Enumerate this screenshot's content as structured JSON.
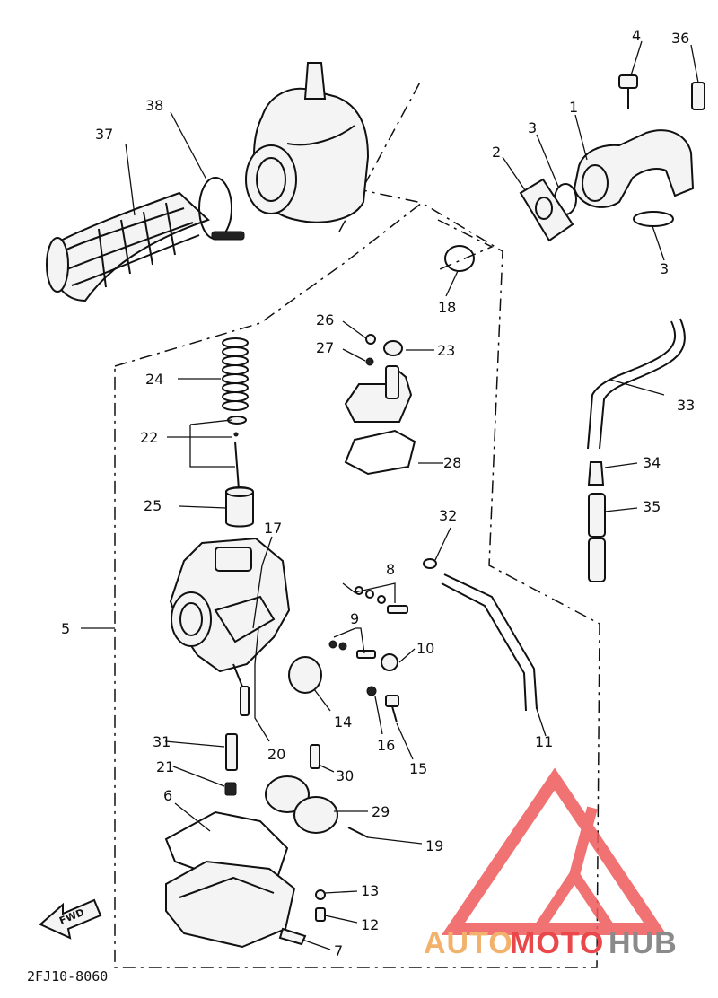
{
  "diagram": {
    "part_code": "2FJ10-8060",
    "fwd_label": "FWD",
    "callouts": {
      "c1": "1",
      "c2": "2",
      "c3a": "3",
      "c3b": "3",
      "c4": "4",
      "c5": "5",
      "c6": "6",
      "c7": "7",
      "c8": "8",
      "c9": "9",
      "c10": "10",
      "c11": "11",
      "c12": "12",
      "c13": "13",
      "c14": "14",
      "c15": "15",
      "c16": "16",
      "c17": "17",
      "c18": "18",
      "c19": "19",
      "c20": "20",
      "c21": "21",
      "c22": "22",
      "c23": "23",
      "c24": "24",
      "c25": "25",
      "c26": "26",
      "c27": "27",
      "c28": "28",
      "c29": "29",
      "c30": "30",
      "c31": "31",
      "c32": "32",
      "c33": "33",
      "c34": "34",
      "c35": "35",
      "c36": "36",
      "c37": "37",
      "c38": "38"
    }
  },
  "watermark": {
    "text_auto": "AUTO",
    "text_moto": "MOTO",
    "text_hub": "HUB",
    "colors": {
      "auto": "#f2b26b",
      "moto": "#e9474a",
      "hub": "#8a8a8a",
      "logo": "#ee5a5a"
    }
  }
}
